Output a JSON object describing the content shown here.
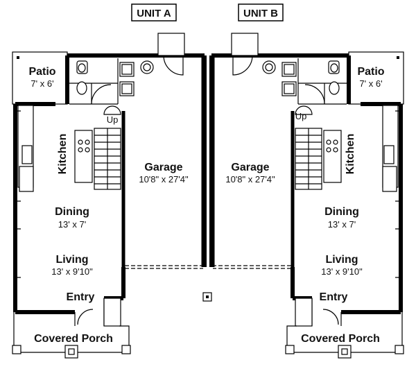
{
  "units": [
    {
      "title": "UNIT A",
      "patio": {
        "name": "Patio",
        "dim": "7' x 6'"
      },
      "kitchen": {
        "name": "Kitchen"
      },
      "up": "Up",
      "garage": {
        "name": "Garage",
        "dim": "10'8\" x 27'4\""
      },
      "dining": {
        "name": "Dining",
        "dim": "13' x 7'"
      },
      "living": {
        "name": "Living",
        "dim": "13' x 9'10\""
      },
      "entry": {
        "name": "Entry"
      },
      "porch": {
        "name": "Covered Porch"
      }
    },
    {
      "title": "UNIT B",
      "patio": {
        "name": "Patio",
        "dim": "7' x 6'"
      },
      "kitchen": {
        "name": "Kitchen"
      },
      "up": "Up",
      "garage": {
        "name": "Garage",
        "dim": "10'8\" x 27'4\""
      },
      "dining": {
        "name": "Dining",
        "dim": "13' x 7'"
      },
      "living": {
        "name": "Living",
        "dim": "13' x 9'10\""
      },
      "entry": {
        "name": "Entry"
      },
      "porch": {
        "name": "Covered Porch"
      }
    }
  ]
}
